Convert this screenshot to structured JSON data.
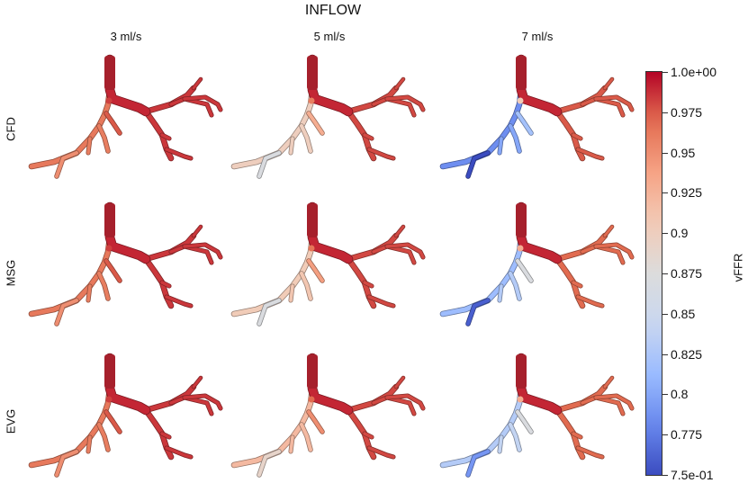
{
  "title": "INFLOW",
  "columns": [
    "3 ml/s",
    "5 ml/s",
    "7 ml/s"
  ],
  "rows": [
    "CFD",
    "MSG",
    "EVG"
  ],
  "colorbar": {
    "label": "vFFR",
    "ticks": [
      "1.0e+00",
      "0.975",
      "0.95",
      "0.925",
      "0.9",
      "0.875",
      "0.85",
      "0.825",
      "0.8",
      "0.775",
      "7.5e-01"
    ],
    "min": 0.75,
    "max": 1.0,
    "colors": [
      "#3b4cc0",
      "#6888ee",
      "#9abbff",
      "#c9d7f0",
      "#dcdcdc",
      "#f2cbb7",
      "#f6a385",
      "#e36f52",
      "#b40426"
    ]
  },
  "panels": [
    {
      "row": "CFD",
      "column": "3 ml/s",
      "main": 0.99,
      "right": 0.985,
      "left_top": 0.975,
      "left_mid": 0.96,
      "left_end": 0.95
    },
    {
      "row": "CFD",
      "column": "5 ml/s",
      "main": 0.99,
      "right": 0.98,
      "left_top": 0.93,
      "left_mid": 0.9,
      "left_end": 0.87
    },
    {
      "row": "CFD",
      "column": "7 ml/s",
      "main": 0.99,
      "right": 0.975,
      "left_top": 0.82,
      "left_mid": 0.8,
      "left_end": 0.75
    },
    {
      "row": "MSG",
      "column": "3 ml/s",
      "main": 0.99,
      "right": 0.985,
      "left_top": 0.975,
      "left_mid": 0.96,
      "left_end": 0.95
    },
    {
      "row": "MSG",
      "column": "5 ml/s",
      "main": 0.99,
      "right": 0.98,
      "left_top": 0.94,
      "left_mid": 0.91,
      "left_end": 0.87
    },
    {
      "row": "MSG",
      "column": "7 ml/s",
      "main": 0.99,
      "right": 0.97,
      "left_top": 0.87,
      "left_mid": 0.83,
      "left_end": 0.76
    },
    {
      "row": "EVG",
      "column": "3 ml/s",
      "main": 0.99,
      "right": 0.985,
      "left_top": 0.975,
      "left_mid": 0.96,
      "left_end": 0.95
    },
    {
      "row": "EVG",
      "column": "5 ml/s",
      "main": 0.99,
      "right": 0.98,
      "left_top": 0.95,
      "left_mid": 0.92,
      "left_end": 0.89
    },
    {
      "row": "EVG",
      "column": "7 ml/s",
      "main": 0.99,
      "right": 0.97,
      "left_top": 0.87,
      "left_mid": 0.84,
      "left_end": 0.79
    }
  ]
}
